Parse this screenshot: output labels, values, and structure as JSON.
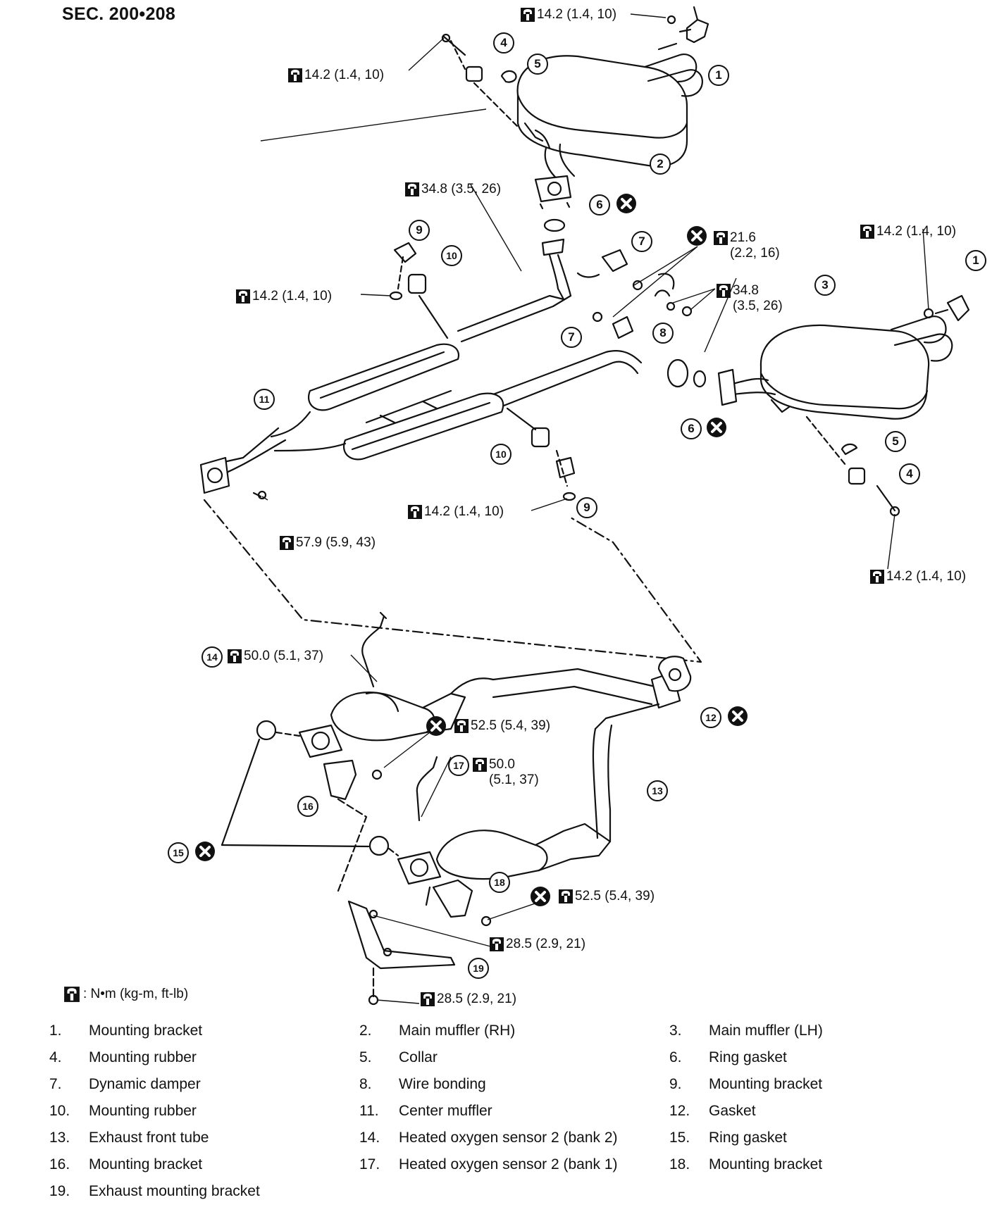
{
  "header": {
    "section": "SEC. 200•208"
  },
  "unit_note": ": N•m (kg-m, ft-lb)",
  "torques": [
    {
      "id": "t1",
      "lines": [
        "14.2 (1.4, 10)"
      ]
    },
    {
      "id": "t2",
      "lines": [
        "14.2 (1.4, 10)"
      ]
    },
    {
      "id": "t3",
      "lines": [
        "34.8 (3.5, 26)"
      ]
    },
    {
      "id": "t4",
      "lines": [
        "21.6",
        "(2.2, 16)"
      ]
    },
    {
      "id": "t5",
      "lines": [
        "14.2 (1.4, 10)"
      ]
    },
    {
      "id": "t6",
      "lines": [
        "14.2 (1.4, 10)"
      ]
    },
    {
      "id": "t7",
      "lines": [
        "34.8",
        "(3.5, 26)"
      ]
    },
    {
      "id": "t8",
      "lines": [
        "14.2 (1.4, 10)"
      ]
    },
    {
      "id": "t9",
      "lines": [
        "57.9 (5.9, 43)"
      ]
    },
    {
      "id": "t10",
      "lines": [
        "14.2 (1.4, 10)"
      ]
    },
    {
      "id": "t11",
      "lines": [
        "50.0 (5.1, 37)"
      ]
    },
    {
      "id": "t12",
      "lines": [
        "52.5 (5.4, 39)"
      ]
    },
    {
      "id": "t13",
      "lines": [
        "50.0",
        "(5.1, 37)"
      ]
    },
    {
      "id": "t14",
      "lines": [
        "52.5 (5.4, 39)"
      ]
    },
    {
      "id": "t15",
      "lines": [
        "28.5 (2.9, 21)"
      ]
    },
    {
      "id": "t16",
      "lines": [
        "28.5 (2.9, 21)"
      ]
    }
  ],
  "callouts": [
    {
      "id": "c1a",
      "num": "1"
    },
    {
      "id": "c1b",
      "num": "1"
    },
    {
      "id": "c2",
      "num": "2"
    },
    {
      "id": "c3",
      "num": "3"
    },
    {
      "id": "c4a",
      "num": "4"
    },
    {
      "id": "c4b",
      "num": "4"
    },
    {
      "id": "c5a",
      "num": "5"
    },
    {
      "id": "c5b",
      "num": "5"
    },
    {
      "id": "c6a",
      "num": "6"
    },
    {
      "id": "c6b",
      "num": "6"
    },
    {
      "id": "c7a",
      "num": "7"
    },
    {
      "id": "c7b",
      "num": "7"
    },
    {
      "id": "c8",
      "num": "8"
    },
    {
      "id": "c9a",
      "num": "9"
    },
    {
      "id": "c9b",
      "num": "9"
    },
    {
      "id": "c10a",
      "num": "10"
    },
    {
      "id": "c10b",
      "num": "10"
    },
    {
      "id": "c11",
      "num": "11"
    },
    {
      "id": "c12",
      "num": "12"
    },
    {
      "id": "c13",
      "num": "13"
    },
    {
      "id": "c14",
      "num": "14"
    },
    {
      "id": "c15",
      "num": "15"
    },
    {
      "id": "c16",
      "num": "16"
    },
    {
      "id": "c17",
      "num": "17"
    },
    {
      "id": "c18",
      "num": "18"
    },
    {
      "id": "c19",
      "num": "19"
    }
  ],
  "legend": [
    {
      "num": "1.",
      "label": "Mounting bracket"
    },
    {
      "num": "2.",
      "label": "Main muffler (RH)"
    },
    {
      "num": "3.",
      "label": "Main muffler (LH)"
    },
    {
      "num": "4.",
      "label": "Mounting rubber"
    },
    {
      "num": "5.",
      "label": "Collar"
    },
    {
      "num": "6.",
      "label": "Ring gasket"
    },
    {
      "num": "7.",
      "label": "Dynamic damper"
    },
    {
      "num": "8.",
      "label": "Wire bonding"
    },
    {
      "num": "9.",
      "label": "Mounting bracket"
    },
    {
      "num": "10.",
      "label": "Mounting rubber"
    },
    {
      "num": "11.",
      "label": "Center muffler"
    },
    {
      "num": "12.",
      "label": "Gasket"
    },
    {
      "num": "13.",
      "label": "Exhaust front tube"
    },
    {
      "num": "14.",
      "label": "Heated oxygen sensor 2 (bank 2)"
    },
    {
      "num": "15.",
      "label": "Ring gasket"
    },
    {
      "num": "16.",
      "label": "Mounting bracket"
    },
    {
      "num": "17.",
      "label": "Heated oxygen sensor 2 (bank 1)"
    },
    {
      "num": "18.",
      "label": "Mounting bracket"
    },
    {
      "num": "19.",
      "label": "Exhaust mounting bracket"
    }
  ]
}
